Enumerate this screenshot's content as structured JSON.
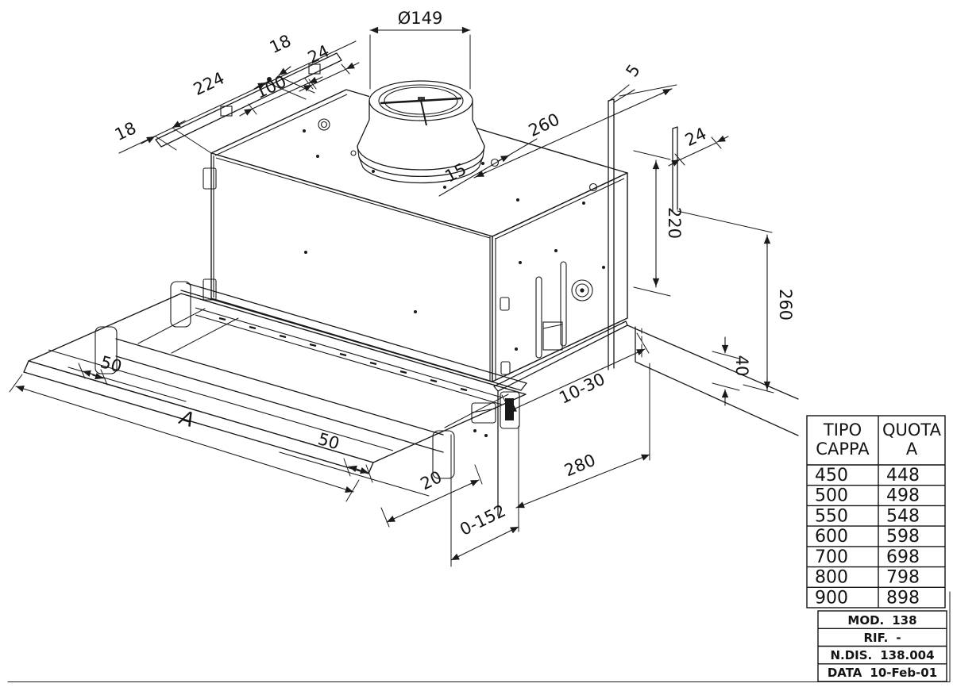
{
  "drawing": {
    "dim_labels": {
      "diameter": "Ø149",
      "d18_left": "18",
      "d224": "224",
      "d100": "100",
      "d18_top": "18",
      "d24_top": "24",
      "d15": "15",
      "d260_top": "260",
      "d5": "5",
      "d24_right": "24",
      "d220": "220",
      "d260_right": "260",
      "d40": "40",
      "d50_left": "50",
      "dA": "A",
      "d50_mid": "50",
      "d20": "20",
      "d0152": "0-152",
      "d1030": "10-30",
      "d280": "280"
    }
  },
  "spec_table": {
    "headers": {
      "col1_line1": "TIPO",
      "col1_line2": "CAPPA",
      "col2_line1": "QUOTA",
      "col2_line2": "A"
    },
    "rows": [
      {
        "tipo": "450",
        "quota": "448"
      },
      {
        "tipo": "500",
        "quota": "498"
      },
      {
        "tipo": "550",
        "quota": "548"
      },
      {
        "tipo": "600",
        "quota": "598"
      },
      {
        "tipo": "700",
        "quota": "698"
      },
      {
        "tipo": "800",
        "quota": "798"
      },
      {
        "tipo": "900",
        "quota": "898"
      }
    ]
  },
  "title_block": {
    "rows": [
      {
        "label": "MOD.",
        "value": "138"
      },
      {
        "label": "RIF.",
        "value": "-"
      },
      {
        "label": "N.DIS.",
        "value": "138.004"
      },
      {
        "label": "DATA",
        "value": "10-Feb-01"
      }
    ]
  }
}
